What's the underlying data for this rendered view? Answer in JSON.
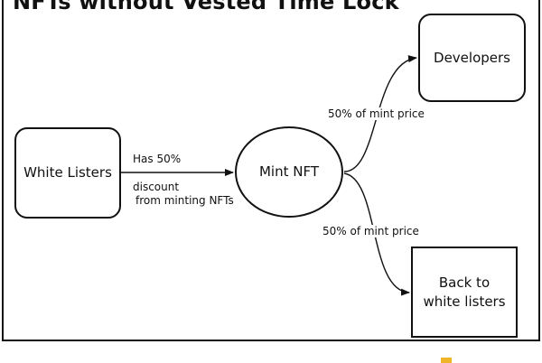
{
  "title": "NFTs without Vested Time Lock",
  "nodes": {
    "white_listers": "White Listers",
    "mint_nft": "Mint NFT",
    "developers": "Developers",
    "back_to_white_listers": "Back to white listers"
  },
  "edges": {
    "wl_to_mint_label_top": "Has 50%",
    "wl_to_mint_label_bottom_1": "discount",
    "wl_to_mint_label_bottom_2": "from minting NFTs",
    "mint_to_dev_label": "50% of mint price",
    "mint_to_back_label": "50% of mint price"
  },
  "colors": {
    "stroke": "#111111",
    "background": "#ffffff",
    "corner_mark": "#f0b429"
  }
}
